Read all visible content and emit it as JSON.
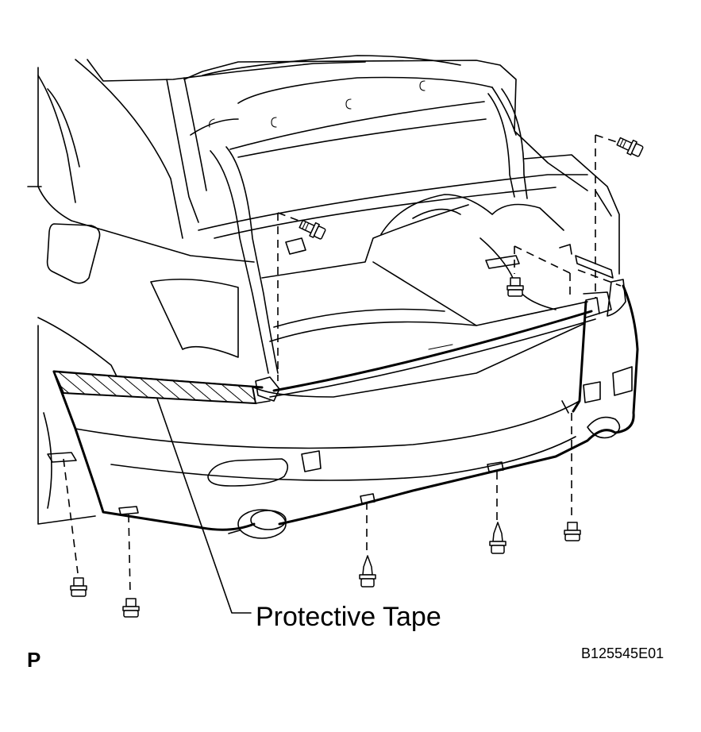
{
  "labels": {
    "protective_tape": "Protective Tape",
    "view_letter": "P",
    "figure_code": "B125545E01"
  }
}
